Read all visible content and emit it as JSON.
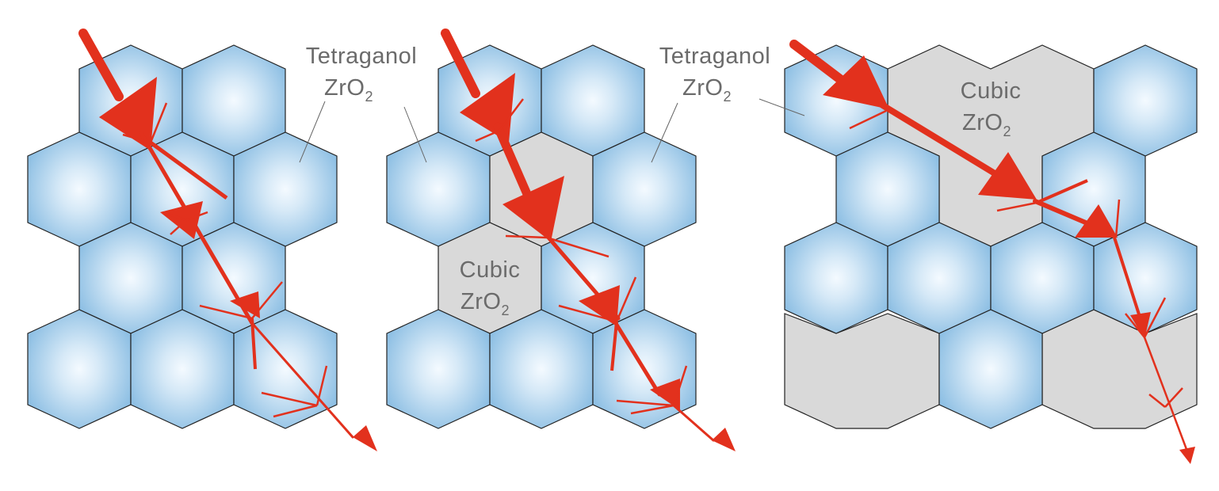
{
  "panels": [
    {
      "id": "panel-1",
      "labels": [
        {
          "name": "tetragonal-label",
          "line1": "Tetraganol",
          "formula_base": "ZrO",
          "formula_sub": "2"
        }
      ]
    },
    {
      "id": "panel-2",
      "labels": [
        {
          "name": "tetragonal-label",
          "line1": "Tetraganol",
          "formula_base": "ZrO",
          "formula_sub": "2"
        },
        {
          "name": "cubic-label",
          "line1": "Cubic",
          "formula_base": "ZrO",
          "formula_sub": "2"
        }
      ]
    },
    {
      "id": "panel-3",
      "labels": [
        {
          "name": "cubic-label",
          "line1": "Cubic",
          "formula_base": "ZrO",
          "formula_sub": "2"
        }
      ]
    }
  ],
  "colors": {
    "tetragonal_center": "#f4faff",
    "tetragonal_edge": "#8fc0e4",
    "cubic_fill": "#d9d9d9",
    "grain_outline": "#222222",
    "crack_arrow": "#e2311d",
    "label_text": "#6b6b6b"
  }
}
